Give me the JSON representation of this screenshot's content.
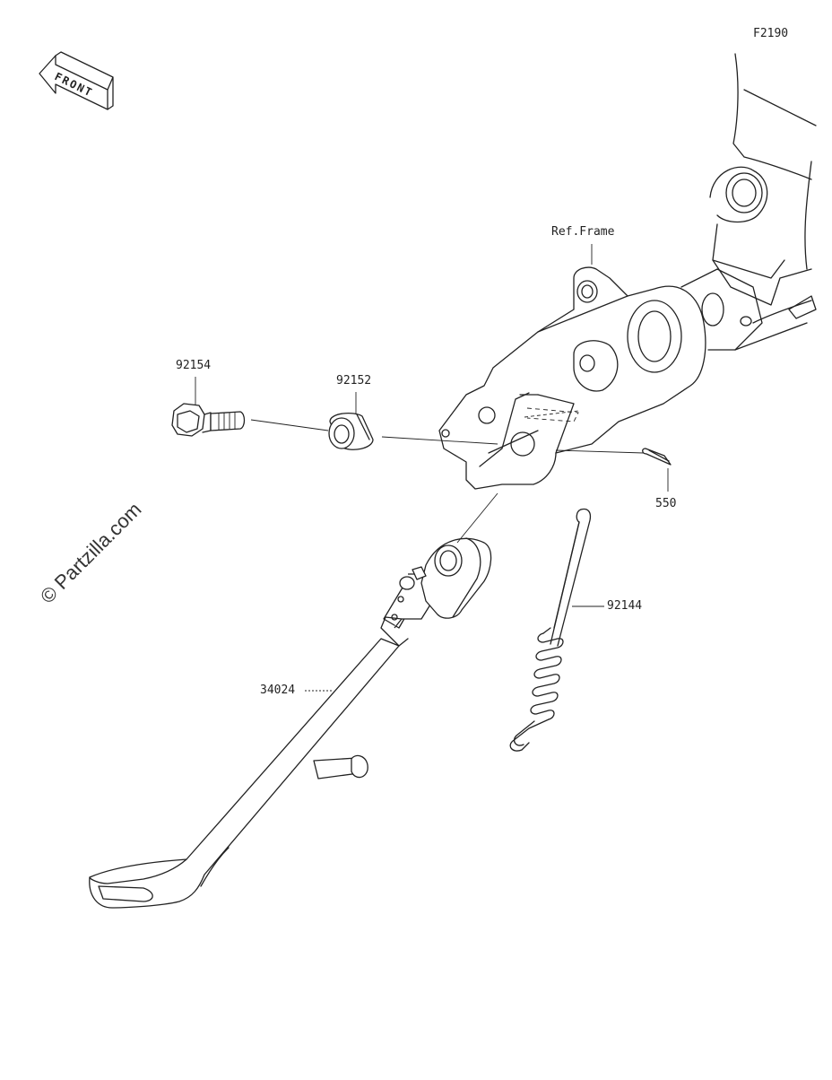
{
  "figure_code": "F2190",
  "front_arrow_text": "FRONT",
  "watermark": "© Partzilla.com",
  "labels": {
    "ref_frame": "Ref.Frame",
    "bolt": "92154",
    "collar": "92152",
    "cotter_pin": "550",
    "spring": "92144",
    "side_stand": "34024"
  }
}
